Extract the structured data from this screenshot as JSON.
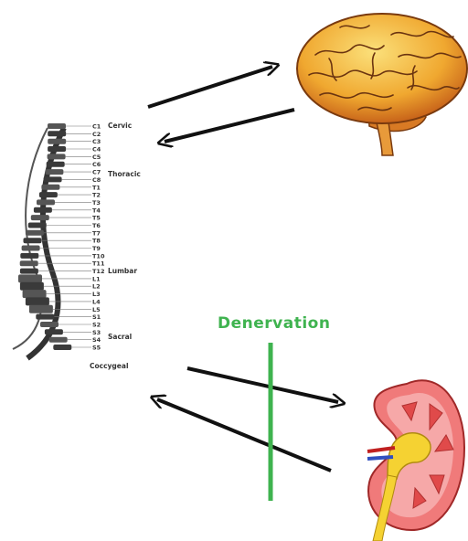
{
  "spine": {
    "levels": [
      "C1",
      "C2",
      "C3",
      "C4",
      "C5",
      "C6",
      "C7",
      "C8",
      "T1",
      "T2",
      "T3",
      "T4",
      "T5",
      "T6",
      "T7",
      "T8",
      "T9",
      "T10",
      "T11",
      "T12",
      "L1",
      "L2",
      "L3",
      "L4",
      "L5",
      "S1",
      "S2",
      "S3",
      "S4",
      "S5"
    ],
    "regions": {
      "cervical": "Cervic",
      "thoracic": "Thoracic",
      "lumbar": "Lumbar",
      "sacral": "Sacral",
      "coccygeal": "Coccygeal"
    }
  },
  "denervation_label": "Denervation",
  "colors": {
    "denervation": "#3fb34f",
    "arrows": "#111111",
    "brain": "#f0a830",
    "kidney": "#e85a5a",
    "ureter": "#f5d232"
  }
}
